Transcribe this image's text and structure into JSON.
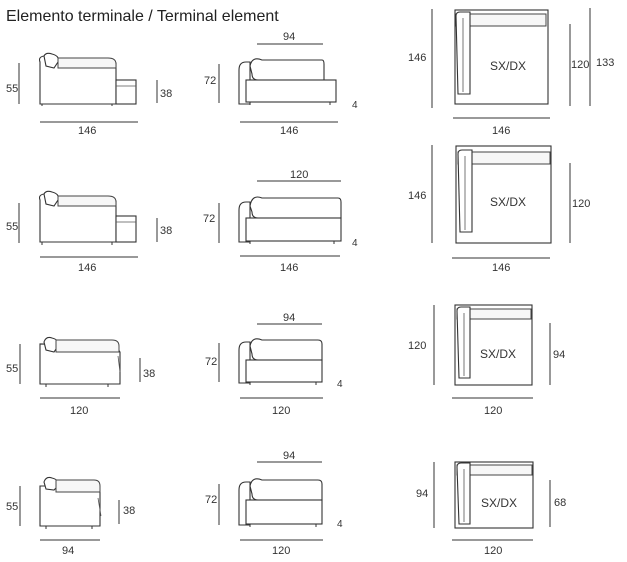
{
  "title": "Elemento terminale / Terminal element",
  "rows": [
    {
      "side": {
        "height": "55",
        "arm": "38",
        "width": "146"
      },
      "front": {
        "height": "72",
        "seat": "94",
        "width": "146",
        "tag": "4"
      },
      "plan": {
        "depth": "146",
        "width": "146",
        "inner": "120",
        "outer": "133",
        "label": "SX/DX"
      }
    },
    {
      "side": {
        "height": "55",
        "arm": "38",
        "width": "146"
      },
      "front": {
        "height": "72",
        "seat": "120",
        "width": "146",
        "tag": "4"
      },
      "plan": {
        "depth": "146",
        "width": "146",
        "inner": "120",
        "label": "SX/DX"
      }
    },
    {
      "side": {
        "height": "55",
        "arm": "38",
        "width": "120"
      },
      "front": {
        "height": "72",
        "seat": "94",
        "width": "120",
        "tag": "4"
      },
      "plan": {
        "depth": "120",
        "width": "120",
        "inner": "94",
        "label": "SX/DX"
      }
    },
    {
      "side": {
        "height": "55",
        "arm": "38",
        "width": "94"
      },
      "front": {
        "height": "72",
        "seat": "94",
        "width": "120",
        "tag": "4"
      },
      "plan": {
        "depth": "94",
        "width": "120",
        "inner": "68",
        "label": "SX/DX"
      }
    }
  ]
}
